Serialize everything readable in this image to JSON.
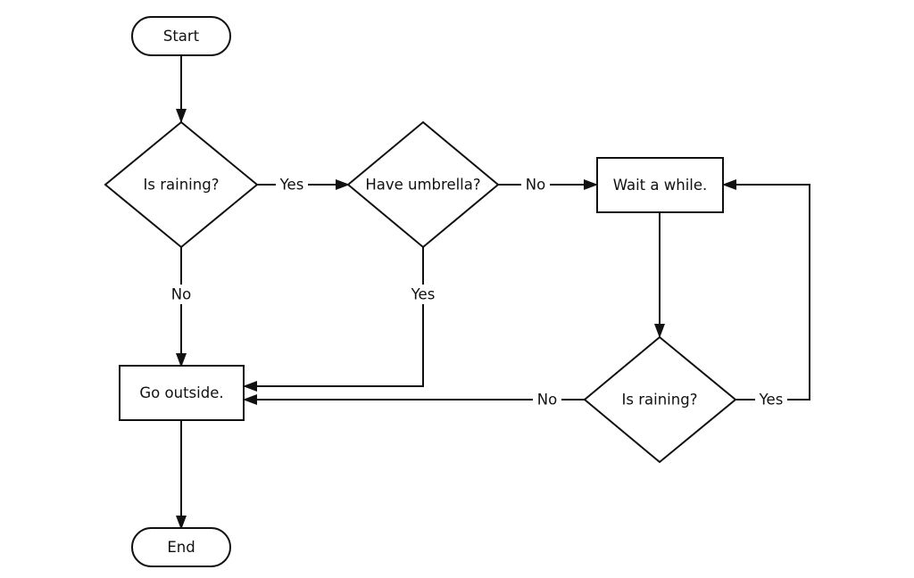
{
  "nodes": {
    "start": "Start",
    "is_raining_1": "Is raining?",
    "have_umbrella": "Have umbrella?",
    "wait_a_while": "Wait a while.",
    "go_outside": "Go outside.",
    "is_raining_2": "Is raining?",
    "end": "End"
  },
  "edges": {
    "raining1_yes": "Yes",
    "raining1_no": "No",
    "umbrella_no": "No",
    "umbrella_yes": "Yes",
    "raining2_no": "No",
    "raining2_yes": "Yes"
  },
  "colors": {
    "stroke": "#111111",
    "background": "#ffffff"
  }
}
